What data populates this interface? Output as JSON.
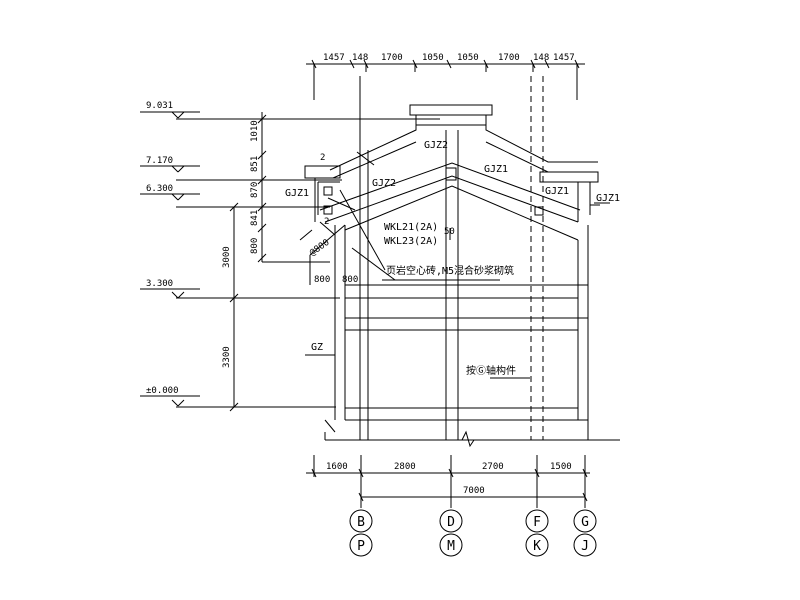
{
  "levels": [
    {
      "id": "lvl-9031",
      "text": "9.031"
    },
    {
      "id": "lvl-7170",
      "text": "7.170"
    },
    {
      "id": "lvl-6300",
      "text": "6.300"
    },
    {
      "id": "lvl-3300",
      "text": "3.300"
    },
    {
      "id": "lvl-0000",
      "text": "±0.000"
    }
  ],
  "top_dims": [
    "1457",
    "148",
    "1700",
    "1050",
    "1050",
    "1700",
    "148",
    "1457"
  ],
  "vertical_dims_upper": [
    "1010",
    "851",
    "870",
    "841",
    "800"
  ],
  "vertical_dims_main": [
    "3000",
    "3300"
  ],
  "bottom_dims": [
    "1600",
    "2800",
    "2700",
    "1500"
  ],
  "bottom_total": "7000",
  "axes_top": [
    "B",
    "D",
    "F",
    "G"
  ],
  "axes_bottom": [
    "P",
    "M",
    "K",
    "J"
  ],
  "labels": {
    "gjz1_left": "GJZ1",
    "gjz2_left": "GJZ2",
    "gjz2_top": "GJZ2",
    "gjz1_mid": "GJZ1",
    "gjz1_right": "GJZ1",
    "gjz1_far_right": "GJZ1",
    "wkl21": "WKL21(2A)",
    "wkl23": "WKL23(2A)",
    "note": "页岩空心砖,M5混合砂浆砌筑",
    "gz": "GZ",
    "axis_ref": "按Ⓖ轴构件",
    "slope_text": "@800",
    "dim_800a": "800",
    "dim_800b": "800",
    "dim_50": "50",
    "mark_2a": "2",
    "mark_2b": "2"
  }
}
